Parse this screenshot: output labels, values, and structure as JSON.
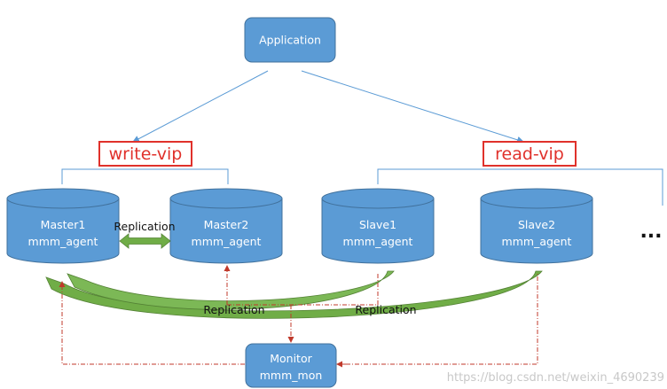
{
  "colors": {
    "node_fill": "#5b9bd5",
    "node_stroke": "#41719c",
    "connector": "#5b9bd5",
    "dashdot": "#c0392b",
    "vip_border": "#e0312b",
    "replication_arrow": "#70ad47"
  },
  "application": {
    "label": "Application"
  },
  "write_vip": {
    "label": "write-vip"
  },
  "read_vip": {
    "label": "read-vip"
  },
  "masters": [
    {
      "name": "Master1",
      "agent": "mmm_agent"
    },
    {
      "name": "Master2",
      "agent": "mmm_agent"
    }
  ],
  "slaves": [
    {
      "name": "Slave1",
      "agent": "mmm_agent"
    },
    {
      "name": "Slave2",
      "agent": "mmm_agent"
    }
  ],
  "more": "...",
  "replication_labels": [
    "Replication",
    "Replication",
    "Replication"
  ],
  "monitor": {
    "name": "Monitor",
    "agent": "mmm_mon"
  },
  "watermark": "https://blog.csdn.net/weixin_4690239"
}
